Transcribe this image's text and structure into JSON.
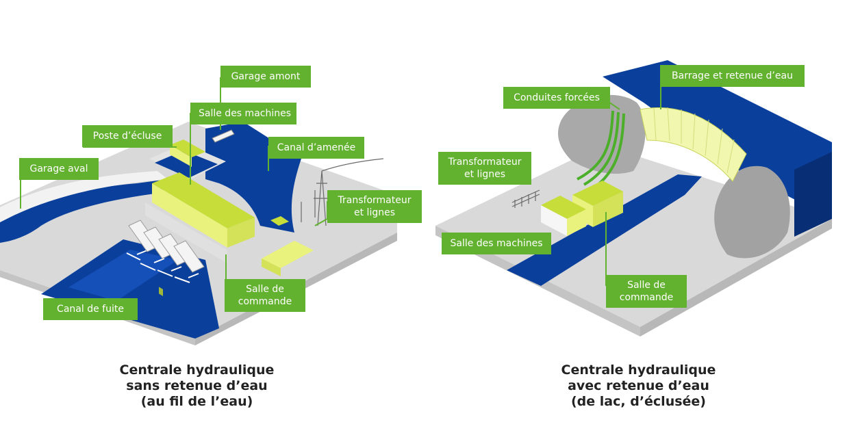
{
  "left": {
    "labels": {
      "garage_amont": "Garage amont",
      "salle_machines": "Salle des machines",
      "poste_ecluse": "Poste d’écluse",
      "canal_amenee": "Canal d’amenée",
      "garage_aval": "Garage aval",
      "transformateur_1": "Transformateur",
      "transformateur_2": "et lignes",
      "salle_commande_1": "Salle de",
      "salle_commande_2": "commande",
      "canal_fuite": "Canal de fuite"
    },
    "caption": [
      "Centrale hydraulique",
      "sans retenue d’eau",
      "(au fil de l’eau)"
    ]
  },
  "right": {
    "labels": {
      "barrage": "Barrage et retenue d’eau",
      "conduites": "Conduites forcées",
      "transformateur_1": "Transformateur",
      "transformateur_2": "et lignes",
      "salle_machines": "Salle des machines",
      "salle_commande_1": "Salle de",
      "salle_commande_2": "commande"
    },
    "caption": [
      "Centrale hydraulique",
      "avec retenue d’eau",
      "(de lac, d’éclusée)"
    ]
  },
  "colors": {
    "label_green": "#62b22f",
    "water_blue": "#0a3f9c",
    "ground_grey": "#d6d6d6",
    "building_yellow": "#e6f07a",
    "rock_grey": "#a9a9a9"
  }
}
